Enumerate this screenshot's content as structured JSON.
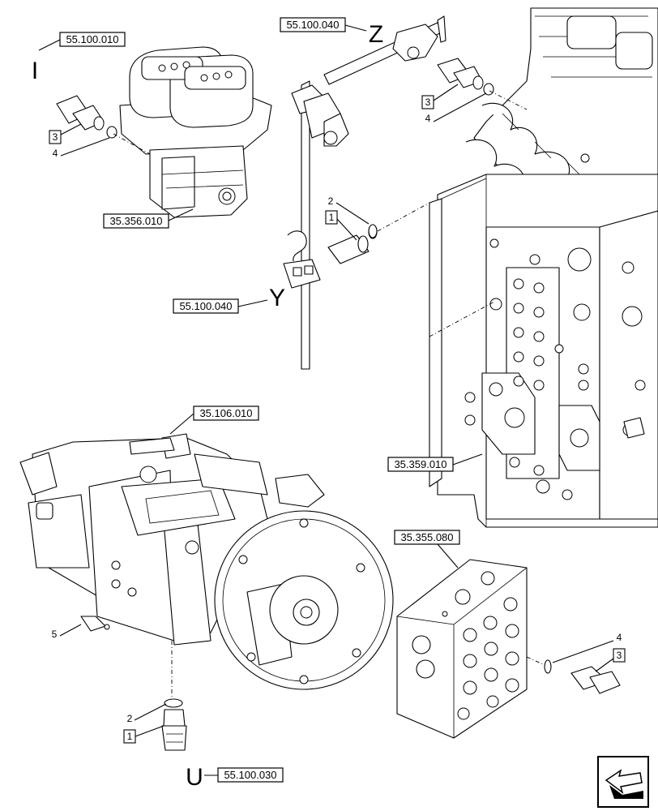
{
  "references": {
    "ref_top_left": "55.100.010",
    "ref_top_center": "55.100.040",
    "ref_mid_center": "55.100.040",
    "ref_pedal": "35.356.010",
    "ref_pump": "35.106.010",
    "ref_valve": "35.359.010",
    "ref_block": "35.355.080",
    "ref_bottom": "55.100.030"
  },
  "section_letters": {
    "top_left": "I",
    "top_center": "Z",
    "mid_center": "Y",
    "bottom": "U"
  },
  "callouts": {
    "c_3_left": "3",
    "c_4_left": "4",
    "c_3_top": "3",
    "c_4_top": "4",
    "c_2_mid": "2",
    "c_1_mid": "1",
    "c_5": "5",
    "c_2_bottom": "2",
    "c_1_bottom": "1",
    "c_4_right": "4",
    "c_3_right": "3"
  },
  "icons": {
    "nav": "next-page-arrow-icon"
  }
}
